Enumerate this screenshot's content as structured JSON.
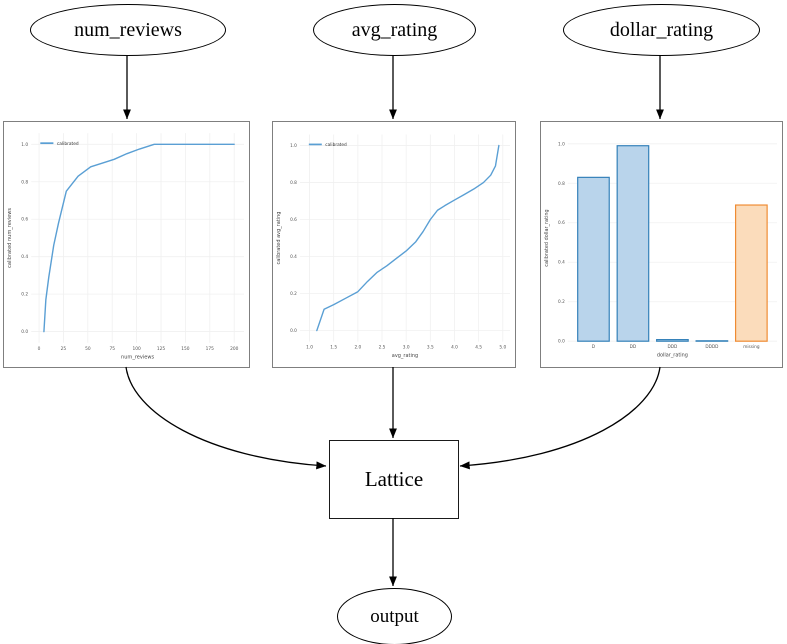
{
  "nodes": {
    "num_reviews": {
      "label": "num_reviews"
    },
    "avg_rating": {
      "label": "avg_rating"
    },
    "dollar_rating": {
      "label": "dollar_rating"
    },
    "lattice": {
      "label": "Lattice"
    },
    "output": {
      "label": "output"
    }
  },
  "colors": {
    "line_blue": "#5a9fd4",
    "bar_blue_fill": "#b9d4eb",
    "bar_blue_edge": "#3380b9",
    "bar_orange_fill": "#fbdcbb",
    "bar_orange_edge": "#ef8b33",
    "grid": "#f0f0f0",
    "tick": "#555555",
    "axis_label": "#444444",
    "panel_border": "#7f7f7f",
    "edge": "#000000"
  },
  "chart_data": [
    {
      "type": "line",
      "title": "",
      "xlabel": "num_reviews",
      "ylabel": "calibrated num_reviews",
      "legend": [
        "calibrated"
      ],
      "legend_position": "upper left",
      "grid": true,
      "xlim": [
        -8,
        210
      ],
      "ylim": [
        -0.06,
        1.06
      ],
      "xticks": [
        0,
        25,
        50,
        75,
        100,
        125,
        150,
        175,
        200
      ],
      "xtick_labels": [
        "0",
        "25",
        "50",
        "75",
        "100",
        "125",
        "150",
        "175",
        "200"
      ],
      "yticks": [
        0.0,
        0.2,
        0.4,
        0.6,
        0.8,
        1.0
      ],
      "ytick_labels": [
        "0.0",
        "0.2",
        "0.4",
        "0.6",
        "0.8",
        "1.0"
      ],
      "series": [
        {
          "name": "calibrated",
          "color": "#5a9fd4",
          "x": [
            5,
            7,
            10,
            15,
            20,
            28,
            40,
            53,
            65,
            77,
            90,
            103,
            118,
            200
          ],
          "y": [
            0.0,
            0.17,
            0.29,
            0.46,
            0.58,
            0.75,
            0.83,
            0.88,
            0.9,
            0.92,
            0.95,
            0.975,
            1.0,
            1.0
          ]
        }
      ]
    },
    {
      "type": "line",
      "title": "",
      "xlabel": "avg_rating",
      "ylabel": "calibrated avg_rating",
      "legend": [
        "calibrated"
      ],
      "legend_position": "upper left",
      "grid": true,
      "xlim": [
        0.8,
        5.15
      ],
      "ylim": [
        -0.06,
        1.06
      ],
      "xticks": [
        1.0,
        1.5,
        2.0,
        2.5,
        3.0,
        3.5,
        4.0,
        4.5,
        5.0
      ],
      "xtick_labels": [
        "1.0",
        "1.5",
        "2.0",
        "2.5",
        "3.0",
        "3.5",
        "4.0",
        "4.5",
        "5.0"
      ],
      "yticks": [
        0.0,
        0.2,
        0.4,
        0.6,
        0.8,
        1.0
      ],
      "ytick_labels": [
        "0.0",
        "0.2",
        "0.4",
        "0.6",
        "0.8",
        "1.0"
      ],
      "series": [
        {
          "name": "calibrated",
          "color": "#5a9fd4",
          "x": [
            1.15,
            1.3,
            1.5,
            1.75,
            2.0,
            2.2,
            2.4,
            2.6,
            2.8,
            3.0,
            3.2,
            3.35,
            3.5,
            3.65,
            3.8,
            4.0,
            4.2,
            4.4,
            4.6,
            4.75,
            4.85,
            4.92
          ],
          "y": [
            0.0,
            0.115,
            0.14,
            0.175,
            0.21,
            0.265,
            0.315,
            0.35,
            0.39,
            0.43,
            0.48,
            0.535,
            0.6,
            0.65,
            0.675,
            0.705,
            0.735,
            0.765,
            0.8,
            0.84,
            0.89,
            1.0
          ]
        }
      ]
    },
    {
      "type": "bar",
      "title": "",
      "xlabel": "dollar_rating",
      "ylabel": "calibrated dollar_rating",
      "grid": true,
      "xlim": [
        -0.65,
        4.65
      ],
      "ylim": [
        0,
        1.045
      ],
      "categories": [
        "D",
        "DD",
        "DDD",
        "DDDD",
        "missing"
      ],
      "values": [
        0.83,
        0.99,
        0.008,
        0.002,
        0.69
      ],
      "bar_fill": [
        "#b9d4eb",
        "#b9d4eb",
        "#b9d4eb",
        "#b9d4eb",
        "#fbdcbb"
      ],
      "bar_edge": [
        "#3380b9",
        "#3380b9",
        "#3380b9",
        "#3380b9",
        "#ef8b33"
      ],
      "yticks": [
        0.0,
        0.2,
        0.4,
        0.6,
        0.8,
        1.0
      ],
      "ytick_labels": [
        "0.0",
        "0.2",
        "0.4",
        "0.6",
        "0.8",
        "1.0"
      ]
    }
  ]
}
